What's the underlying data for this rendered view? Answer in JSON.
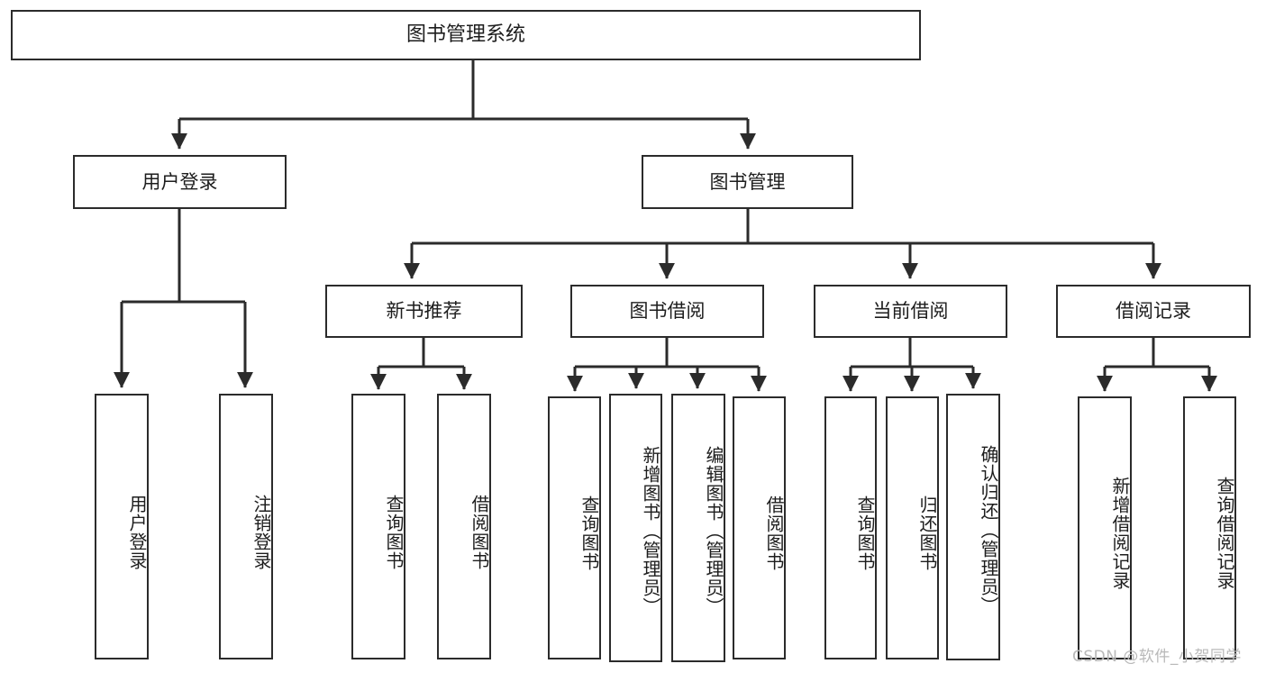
{
  "diagram": {
    "title": "图书管理系统",
    "root": {
      "label": "图书管理系统"
    },
    "level1": [
      {
        "label": "用户登录"
      },
      {
        "label": "图书管理"
      }
    ],
    "level2": [
      {
        "label": "新书推荐"
      },
      {
        "label": "图书借阅"
      },
      {
        "label": "当前借阅"
      },
      {
        "label": "借阅记录"
      }
    ],
    "leaves": {
      "user_login": [
        {
          "label": "用户登录"
        },
        {
          "label": "注销登录"
        }
      ],
      "new_book_recommend": [
        {
          "label": "查询图书"
        },
        {
          "label": "借阅图书"
        }
      ],
      "book_borrow": [
        {
          "label": "查询图书"
        },
        {
          "label": "新增图书（管理员）"
        },
        {
          "label": "编辑图书（管理员）"
        },
        {
          "label": "借阅图书"
        }
      ],
      "current_borrow": [
        {
          "label": "查询图书"
        },
        {
          "label": "归还图书"
        },
        {
          "label": "确认归还（管理员）"
        }
      ],
      "borrow_record": [
        {
          "label": "新增借阅记录"
        },
        {
          "label": "查询借阅记录"
        }
      ]
    }
  },
  "watermark": {
    "text": "CSDN @软件_小贺同学"
  },
  "colors": {
    "stroke": "#2b2b2b",
    "box_fill": "#ffffff",
    "text": "#1d1d1d",
    "watermark": "#b9b9b9",
    "background": "#ffffff"
  }
}
